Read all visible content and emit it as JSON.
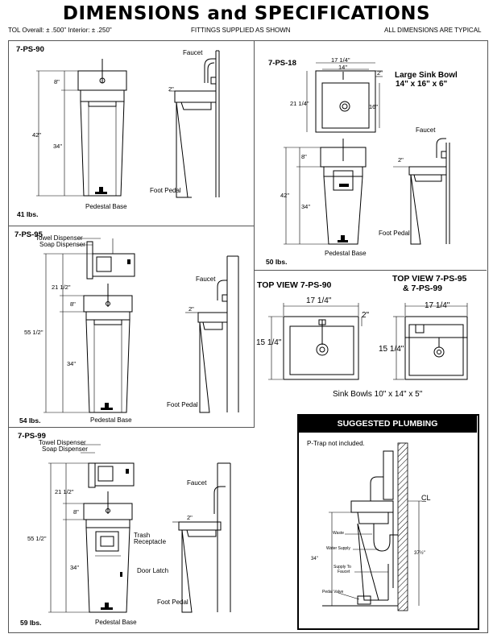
{
  "header": {
    "title": "DIMENSIONS and SPECIFICATIONS",
    "tolerance": "TOL Overall: ± .500\" Interior: ± .250\"",
    "fittings": "FITTINGS SUPPLIED AS SHOWN",
    "typical": "ALL DIMENSIONS ARE TYPICAL"
  },
  "ps90": {
    "model": "7-PS-90",
    "weight": "41 lbs.",
    "dim_top": "8\"",
    "dim_total": "42\"",
    "dim_base": "34\"",
    "faucet": "Faucet",
    "side_dim": "2\"",
    "foot_pedal": "Foot Pedal",
    "base": "Pedestal Base"
  },
  "ps18": {
    "model": "7-PS-18",
    "weight": "50 lbs.",
    "dim_width_outer": "17 1/4\"",
    "dim_width_inner": "14\"",
    "dim_side": "2\"",
    "dim_depth": "21 1/4\"",
    "dim_bowl": "16\"",
    "bowl_title": "Large Sink Bowl",
    "bowl_size": "14\" x 16\" x 6\"",
    "dim_top": "8\"",
    "dim_total": "42\"",
    "dim_base": "34\"",
    "faucet": "Faucet",
    "side_dim": "2\"",
    "foot_pedal": "Foot Pedal",
    "base": "Pedestal Base"
  },
  "ps95": {
    "model": "7-PS-95",
    "weight": "54 lbs.",
    "towel": "Towel Dispenser",
    "soap": "Soap Dispenser",
    "dim_upper": "21 1/2\"",
    "dim_top": "8\"",
    "dim_total": "55 1/2\"",
    "dim_base": "34\"",
    "faucet": "Faucet",
    "side_dim": "2\"",
    "foot_pedal": "Foot Pedal",
    "base": "Pedestal Base"
  },
  "topview": {
    "title90": "TOP VIEW 7-PS-90",
    "title95a": "TOP VIEW 7-PS-95",
    "title95b": "& 7-PS-99",
    "w90": "17 1/4\"",
    "d90": "15 1/4\"",
    "side90": "2\"",
    "w95": "17 1/4\"",
    "d95": "15 1/4\"",
    "caption": "Sink Bowls 10\" x 14\" x 5\""
  },
  "ps99": {
    "model": "7-PS-99",
    "weight": "59 lbs.",
    "towel": "Towel Dispenser",
    "soap": "Soap Dispenser",
    "dim_upper": "21 1/2\"",
    "dim_top": "8\"",
    "dim_total": "55 1/2\"",
    "dim_base": "34\"",
    "trash1": "Trash",
    "trash2": "Receptacle",
    "latch": "Door Latch",
    "faucet": "Faucet",
    "side_dim": "2\"",
    "foot_pedal": "Foot Pedal",
    "base": "Pedestal Base"
  },
  "plumbing": {
    "title": "SUGGESTED PLUMBING",
    "note": "P-Trap not included.",
    "cl": "C̲L",
    "waste": "Waste",
    "water": "Water Supply",
    "supply1": "Supply To",
    "supply2": "Faucet",
    "pedal": "Pedal Valve",
    "dim_left": "34\"",
    "dim_right": "37½\""
  }
}
